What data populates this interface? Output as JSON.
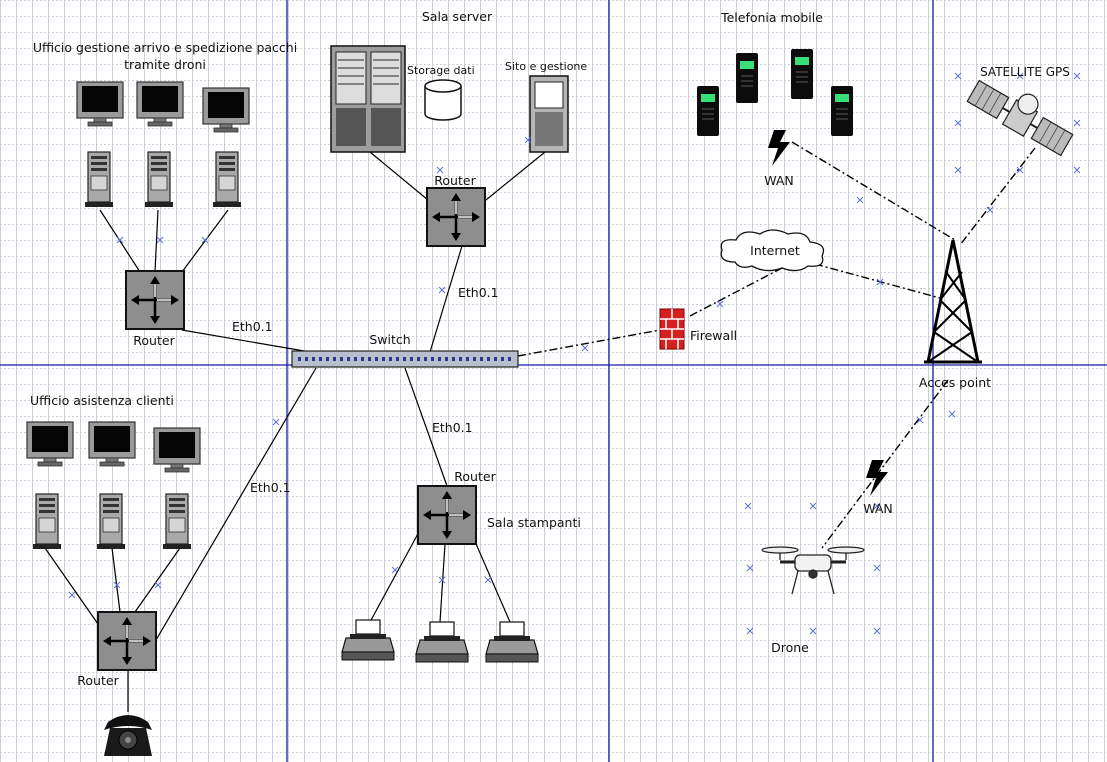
{
  "zones": {
    "sala_server": "Sala server",
    "telefonia_mobile": "Telefonia mobile",
    "ufficio_droni_line1": "Ufficio gestione arrivo e spedizione pacchi",
    "ufficio_droni_line2": "tramite droni",
    "ufficio_assistenza": "Ufficio asistenza clienti"
  },
  "labels": {
    "storage": "Storage dati",
    "sito": "Sito e gestione",
    "router_server": "Router",
    "router_droni": "Router",
    "router_assistenza": "Router",
    "router_stampanti": "Router",
    "switch": "Switch",
    "sala_stampanti": "Sala stampanti",
    "internet": "Internet",
    "firewall": "Firewall",
    "satellite": "SATELLITE GPS",
    "access_point": "Acces point",
    "wan_top": "WAN",
    "wan_bottom": "WAN",
    "drone": "Drone"
  },
  "links": {
    "eth_droni": "Eth0.1",
    "eth_server": "Eth0.1",
    "eth_stampanti": "Eth0.1",
    "eth_assistenza": "Eth0.1"
  },
  "colors": {
    "zone_border": "#1a1aa6",
    "grid": "#c9d0dc",
    "device_gray": "#8e8e8e",
    "firewall_red": "#d42020",
    "phone_screen": "#39e07a"
  },
  "icons": [
    "monitor-icon",
    "pc-tower-icon",
    "router-icon",
    "server-rack-icon",
    "database-icon",
    "switch-icon",
    "printer-icon",
    "telephone-icon",
    "mobile-phone-icon",
    "cloud-icon",
    "firewall-icon",
    "satellite-icon",
    "antenna-tower-icon",
    "lightning-icon",
    "drone-icon"
  ]
}
